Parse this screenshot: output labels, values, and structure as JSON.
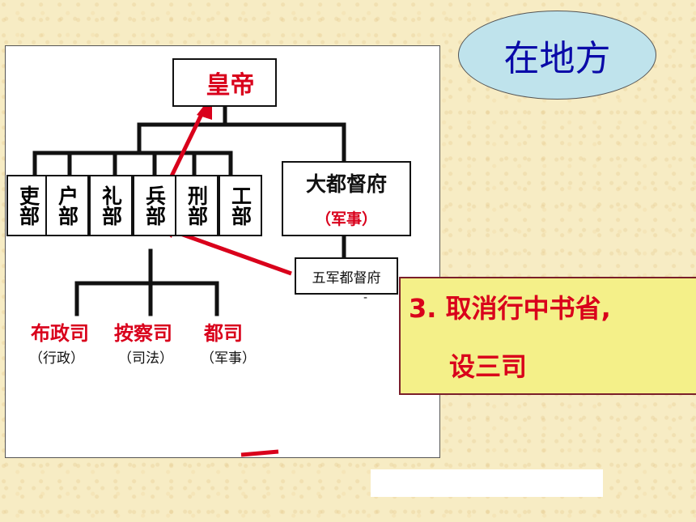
{
  "emperor": "皇帝",
  "dadudu": {
    "title": "大都督府",
    "note": "（军事）"
  },
  "wujun": "五军都督府",
  "dash": "-",
  "ministries": [
    "吏部",
    "户部",
    "礼部",
    "兵部",
    "刑部",
    "工部"
  ],
  "sansi": [
    {
      "name": "布政司",
      "note": "（行政）"
    },
    {
      "name": "按察司",
      "note": "（司法）"
    },
    {
      "name": "都司",
      "note": "（军事）"
    }
  ],
  "ellipse": "在地方",
  "callout": {
    "line1": "3. 取消行中书省,",
    "line2": "设三司"
  },
  "colors": {
    "red": "#d9001b",
    "blue": "#0a0aa8",
    "ellipse_fill": "#bfe3ec",
    "callout_fill": "#f4f089"
  }
}
